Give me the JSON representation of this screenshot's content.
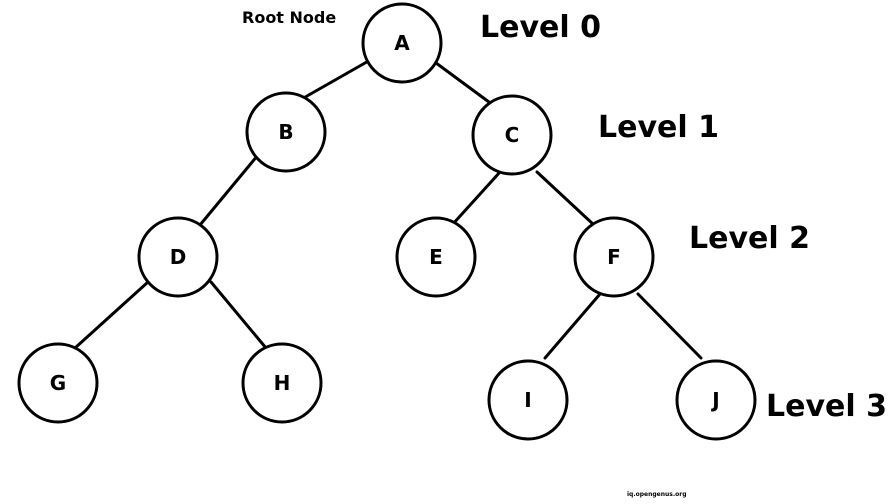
{
  "annotations": {
    "root_label": "Root Node",
    "watermark": "iq.opengenus.org"
  },
  "levels": [
    {
      "id": "level-0",
      "label": "Level 0"
    },
    {
      "id": "level-1",
      "label": "Level 1"
    },
    {
      "id": "level-2",
      "label": "Level 2"
    },
    {
      "id": "level-3",
      "label": "Level 3"
    }
  ],
  "nodes": [
    {
      "id": "a",
      "label": "A"
    },
    {
      "id": "b",
      "label": "B"
    },
    {
      "id": "c",
      "label": "C"
    },
    {
      "id": "d",
      "label": "D"
    },
    {
      "id": "e",
      "label": "E"
    },
    {
      "id": "f",
      "label": "F"
    },
    {
      "id": "g",
      "label": "G"
    },
    {
      "id": "h",
      "label": "H"
    },
    {
      "id": "i",
      "label": "I"
    },
    {
      "id": "j",
      "label": "J"
    }
  ],
  "edges": [
    {
      "from": "A",
      "to": "B"
    },
    {
      "from": "A",
      "to": "C"
    },
    {
      "from": "B",
      "to": "D"
    },
    {
      "from": "C",
      "to": "E"
    },
    {
      "from": "C",
      "to": "F"
    },
    {
      "from": "D",
      "to": "G"
    },
    {
      "from": "D",
      "to": "H"
    },
    {
      "from": "F",
      "to": "I"
    },
    {
      "from": "F",
      "to": "J"
    }
  ]
}
